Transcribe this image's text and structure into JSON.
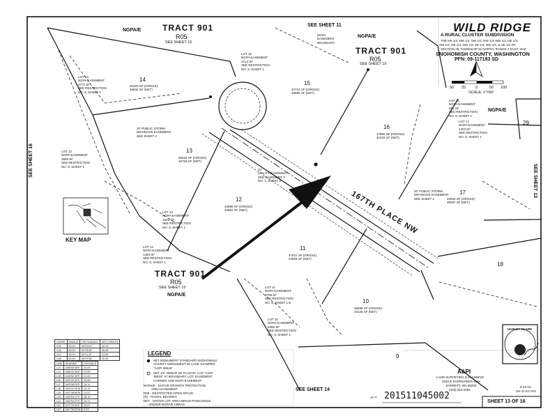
{
  "title": {
    "name": "WILD RIDGE",
    "subtitle": "A RURAL CLUSTER SUBDIVISION",
    "desc_lines": [
      "THE NE 1/4, NW 1/4, SW 1/4, NW 1/4, NW 1/4, NE 1/4,",
      "SW 1/4, NE 1/4, NW 1/4, SE 1/4, NW 1/4, & SE 1/4 OF",
      "SECTION 25, TOWNSHIP 31 NORTH, RANGE 4 EAST, W.M."
    ],
    "county": "SNOHOMISH COUNTY, WASHINGTON",
    "pfn": "PFN: 09-117183 SD"
  },
  "scale": {
    "ticks": [
      "50",
      "25",
      "0",
      "50",
      "100"
    ],
    "label": "SCALE: 1\"=50'"
  },
  "tracts": [
    {
      "name": "TRACT 901",
      "sub": "R05",
      "see": "SEE SHEET 15"
    },
    {
      "name": "TRACT 901",
      "sub": "R05",
      "see": "SEE SHEET 15"
    },
    {
      "name": "TRACT 901",
      "sub": "R05",
      "see": "SEE SHEET 15"
    }
  ],
  "ngpa": "NGPA/E",
  "see_sheets": {
    "top": "SEE SHEET 11",
    "left": "SEE SHEET 16",
    "right": "SEE SHEET 13",
    "bottom": "SEE SHEET 14"
  },
  "lots": {
    "l14": {
      "num": "14",
      "area": "54453 SF (GROSS)\n46632 SF (NET)"
    },
    "l15": {
      "num": "15",
      "area": "42710 SF (GROSS)\n39996 SF (NET)"
    },
    "l16": {
      "num": "16",
      "area": "47856 SF (GROSS)\n41033 SF (NET)"
    },
    "l13": {
      "num": "13",
      "area": "50026 SF (GROSS)\n45733 SF (NET)"
    },
    "l12": {
      "num": "12",
      "area": "43586 SF (GROSS)\n42562 SF (NET)"
    },
    "l17": {
      "num": "17",
      "area": "40500 SF (GROSS)\n39487 SF (NET)"
    },
    "l11": {
      "num": "11",
      "area": "47627 SF (GROSS)\n44825 SF (NET)"
    },
    "l10": {
      "num": "10",
      "area": "48495 SF (GROSS)\n43125 SF (NET)"
    },
    "l18": {
      "num": "18"
    },
    "l9": {
      "num": "9"
    },
    "l29": {
      "num": "29"
    }
  },
  "notes": {
    "n14": "LOT 14\nNGPA EASEMENT\n2772 SF\nSEE RESTRICTION\nNO. 8, SHEET 1",
    "n15": "LOT 15\nNGPA EASEMENT\n2714 SF\nSEE RESTRICTION\nNO. 8, SHEET 1",
    "n15e": "NGPA\nEASEMENT\nBOUNDARY",
    "n13": "LOT 13\nNGPA EASEMENT\n3059 SF\nSEE RESTRICTION\nNO. 8, SHEET 1",
    "n13b": "LOT 13\nNGPA EASEMENT\n1524 SF\nSEE RESTRICTION\nNO. 8, SHEET 1",
    "n12": "LOT 12\nNGPA EASEMENT\n1463 SF\nSEE RESTRICTION\nNO. 8, SHEET 1",
    "n16": "LOT 16\nNGPA EASEMENT\n921 SF\nSEE RESTRICTION\nNO. 8, SHEET 1",
    "n17": "LOT 17\nNGPA EASEMENT\n1403 SF\nSEE RESTRICTION\nNO. 8, SHEET 1",
    "n11": "LOT 11\nNGPA EASEMENT\n3798 SF\nSEE RESTRICTION\nNO. 8, SHEET 1-8",
    "n10": "LOT 10\nNGPA EASEMENT\n5055 SF\nSEE RESTRICTION\nNO. 8, SHEET 1",
    "storm1": "20' PUBLIC STORM\nDRAINAGE EASEMENT\nSEE SHEET 2",
    "storm2": "20' PUBLIC STORM\nDRAINAGE EASEMENT\nSEE SHEET 2",
    "utility": "10'\nUTILITY EASEMENT\nSEE EASEMENT 3\nNO. 1, SHEET 2"
  },
  "road": "167TH PLACE NW",
  "key_map": "KEY MAP",
  "curve_table": {
    "headers": [
      "CURVE",
      "RADIUS",
      "DELTA ANGLE",
      "ARC LENGTH"
    ],
    "rows": [
      [
        "C45",
        "50.00'",
        "36°53'03\"",
        "32.19'"
      ],
      [
        "C46",
        "50.00'",
        "52°05'28\"",
        "45.46'"
      ],
      [
        "C47",
        "25.00'",
        "54°11'42\"",
        "23.65'"
      ],
      [
        "C48",
        "25.00'",
        "45°57'06\"",
        "20.05'"
      ]
    ]
  },
  "line_table": {
    "headers": [
      "LINE",
      "BEARING",
      "DISTANCE"
    ],
    "rows": [
      [
        "L13",
        "N88°00'48\"E",
        "20.00'"
      ],
      [
        "L14",
        "N88°00'48\"E",
        "20.00'"
      ],
      [
        "L15",
        "N46°52'43\"E",
        "21.41'"
      ],
      [
        "L16",
        "N00°00'00\"E",
        "30.00'"
      ],
      [
        "L17",
        "N43°08'15\"E",
        "34.11'"
      ],
      [
        "L18",
        "N43°01'15\"W",
        "14.12'"
      ],
      [
        "L19",
        "N07°48'56\"W",
        "31.57'"
      ],
      [
        "L20",
        "N30°54'27\"E",
        "36.10'"
      ],
      [
        "L21",
        "N30°54'27\"E",
        "15.71'"
      ],
      [
        "L22",
        "N72°43'26\"E",
        "40.87'"
      ],
      [
        "L23",
        "N47°35'22\"W",
        "8.22'"
      ]
    ]
  },
  "legend": {
    "title": "LEGEND",
    "items": [
      "SET MONUMENT STANDARD SNOHOMISH\nCOUNTY MONUMENT IN CASE STAMPED\n\"AGPI 36618\"",
      "SET 1/2\" REBAR W/ PLASTIC CAP \"AGPI\n36618\" AT BOUNDARY, LOT, EASEMENT\nCORNER AND NGPA EASEMENT",
      "NGPA/E - NATIVE GROWTH PROTECTION\n         AREA EASEMENT\nR05 - RESTRICTED OPEN SPACE\n(R) - RADIAL BEARING\nNET - GROSS LOT AREA MINUS PANHANDLE\n      AND/OR NGPA/E AREAS"
    ]
  },
  "company": {
    "name": "A&PI",
    "line1": "LAND SURVEYING & PLANNING",
    "line2": "4320-E EVERGREEN WAY",
    "line3": "EVERETT, WA 98203",
    "line4": "(425) 252-2094",
    "date": "9-22-15",
    "job": "SH-11-22-7H3",
    "stamp": "HARLEY CLARK"
  },
  "recording": "201511045002",
  "recording_prefix": "AF #",
  "sheet": "SHEET 13 OF 16",
  "colors": {
    "ink": "#111111",
    "paper": "#ffffff",
    "dash": "#333333"
  }
}
